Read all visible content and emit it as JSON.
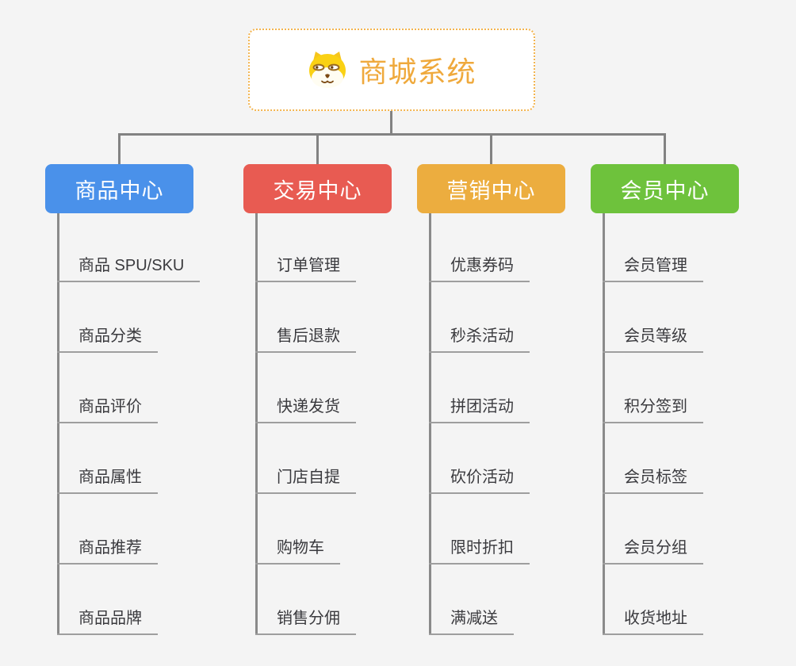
{
  "root": {
    "title": "商城系统",
    "icon": "shiba-dog-icon",
    "title_color": "#efa93c",
    "border_color": "#f3b44e"
  },
  "connector_color": "#828282",
  "underline_color": "#9e9e9e",
  "background_color": "#f4f4f4",
  "branches": [
    {
      "label": "商品中心",
      "color": "#4a91ea",
      "leaves": [
        "商品 SPU/SKU",
        "商品分类",
        "商品评价",
        "商品属性",
        "商品推荐",
        "商品品牌"
      ]
    },
    {
      "label": "交易中心",
      "color": "#e85b52",
      "leaves": [
        "订单管理",
        "售后退款",
        "快递发货",
        "门店自提",
        "购物车",
        "销售分佣"
      ]
    },
    {
      "label": "营销中心",
      "color": "#ecad3f",
      "leaves": [
        "优惠券码",
        "秒杀活动",
        "拼团活动",
        "砍价活动",
        "限时折扣",
        "满减送"
      ]
    },
    {
      "label": "会员中心",
      "color": "#6ec23c",
      "leaves": [
        "会员管理",
        "会员等级",
        "积分签到",
        "会员标签",
        "会员分组",
        "收货地址"
      ]
    }
  ]
}
